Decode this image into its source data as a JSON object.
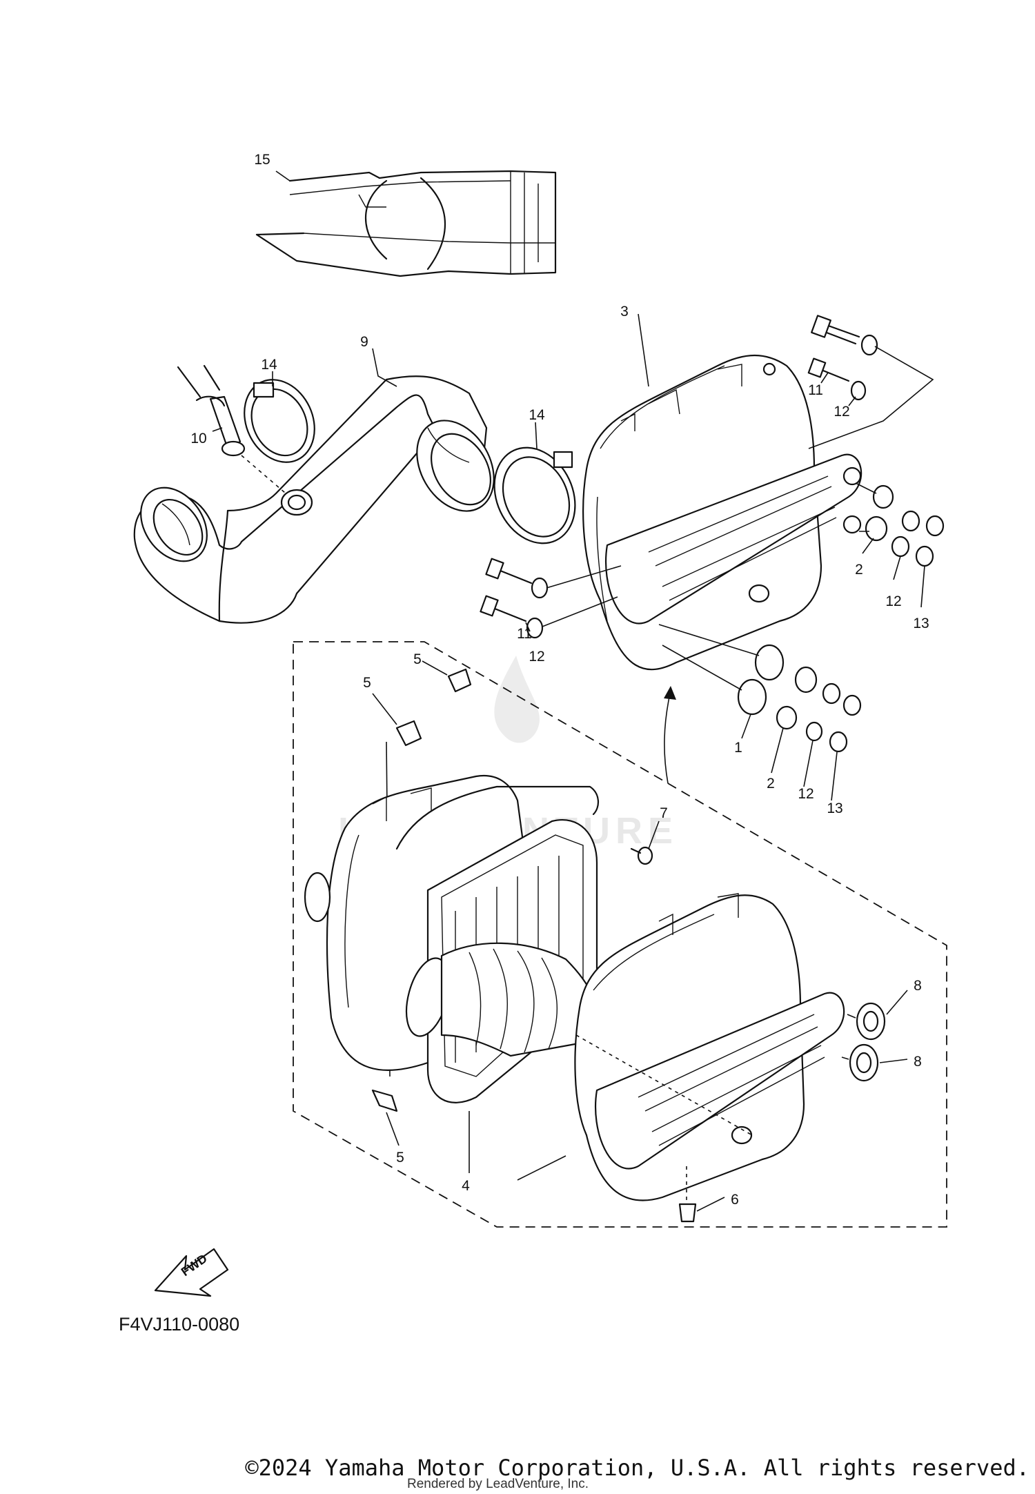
{
  "diagram": {
    "callouts": [
      {
        "id": "c1",
        "label": "1"
      },
      {
        "id": "c2a",
        "label": "2"
      },
      {
        "id": "c2b",
        "label": "2"
      },
      {
        "id": "c3",
        "label": "3"
      },
      {
        "id": "c4",
        "label": "4"
      },
      {
        "id": "c5a",
        "label": "5"
      },
      {
        "id": "c5b",
        "label": "5"
      },
      {
        "id": "c5c",
        "label": "5"
      },
      {
        "id": "c6",
        "label": "6"
      },
      {
        "id": "c7",
        "label": "7"
      },
      {
        "id": "c8a",
        "label": "8"
      },
      {
        "id": "c8b",
        "label": "8"
      },
      {
        "id": "c9",
        "label": "9"
      },
      {
        "id": "c10",
        "label": "10"
      },
      {
        "id": "c11a",
        "label": "11"
      },
      {
        "id": "c11b",
        "label": "11"
      },
      {
        "id": "c12a",
        "label": "12"
      },
      {
        "id": "c12b",
        "label": "12"
      },
      {
        "id": "c12c",
        "label": "12"
      },
      {
        "id": "c12d",
        "label": "12"
      },
      {
        "id": "c13a",
        "label": "13"
      },
      {
        "id": "c13b",
        "label": "13"
      },
      {
        "id": "c14a",
        "label": "14"
      },
      {
        "id": "c14b",
        "label": "14"
      },
      {
        "id": "c15",
        "label": "15"
      }
    ],
    "fwd_label": "FWD",
    "reference_code": "F4VJ110-0080",
    "watermark_text": "LEADVENTURE"
  },
  "footer": {
    "copyright": "©2024 Yamaha Motor Corporation, U.S.A. All rights reserved.",
    "rendered_by": "Rendered by LeadVenture, Inc."
  }
}
